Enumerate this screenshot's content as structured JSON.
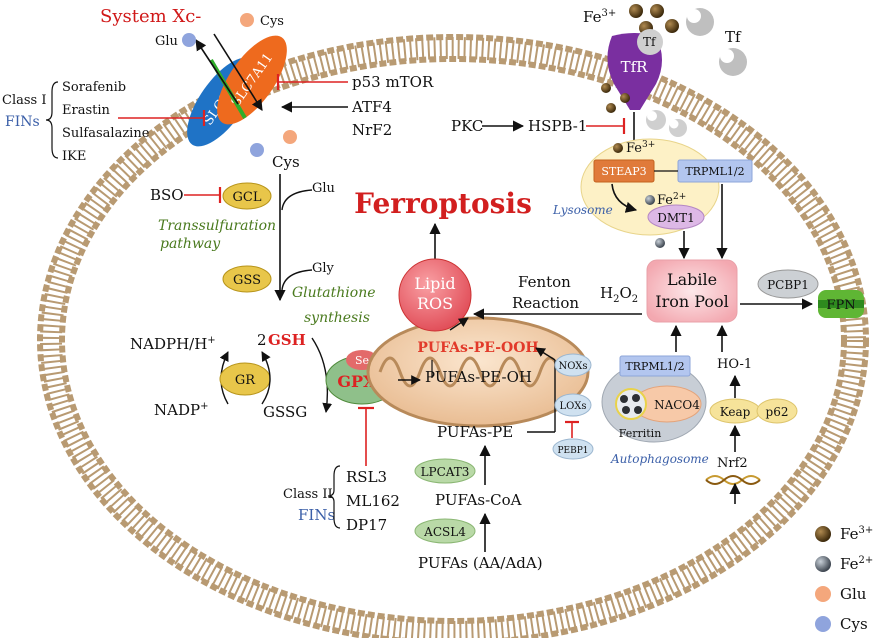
{
  "system_xc": {
    "title": "System Xc-",
    "slc7a11": "SLC7A11",
    "slc3a2": "SLC3A2",
    "cys": "Cys",
    "glu": "Glu",
    "cys_in": "Cys"
  },
  "class1": {
    "title": "Class I",
    "fins": "FINs",
    "items": [
      "Sorafenib",
      "Erastin",
      "Sulfasalazine",
      "IKE"
    ]
  },
  "regulators": {
    "p53_mtor": "p53  mTOR",
    "atf4": "ATF4",
    "nrf2": "NrF2"
  },
  "gsh_path": {
    "bso": "BSO",
    "gcl": "GCL",
    "glu": "Glu",
    "transsulfuration": [
      "Transsulfuration",
      "pathway"
    ],
    "gss": "GSS",
    "gly": "Gly",
    "glutathione": [
      "Glutathione",
      "synthesis"
    ],
    "gsh": "GSH",
    "two": "2"
  },
  "redox": {
    "nadph": "NADPH/H",
    "nadph_sup": "+",
    "nadp": "NADP",
    "nadp_sup": "+",
    "gr": "GR",
    "gssg": "GSSG",
    "se": "Se",
    "gpx4": "GPX4"
  },
  "class2": {
    "title": "Class II",
    "fins": "FINs",
    "items": [
      "RSL3",
      "ML162",
      "DP17"
    ]
  },
  "center": {
    "title": "Ferroptosis",
    "lipid_ros": [
      "Lipid",
      "ROS"
    ],
    "fenton": [
      "Fenton",
      "Reaction"
    ],
    "h2o2": "H",
    "h2o2_sub1": "2",
    "h2o2_o": "O",
    "h2o2_sub2": "2"
  },
  "lipids": {
    "pe_ooh": "PUFAs-PE-OOH",
    "pe_oh": "PUFAs-PE-OH",
    "pe": "PUFAs-PE",
    "lpcat3": "LPCAT3",
    "coa": "PUFAs-CoA",
    "acsl4": "ACSL4",
    "pufas": "PUFAs (AA/AdA)",
    "noxs": "NOXs",
    "loxs": "LOXs",
    "pebp1": "PEBP1"
  },
  "iron": {
    "fe3": "Fe",
    "fe3_sup": "3+",
    "tf": "Tf",
    "tf2": "Tf",
    "tfr": "TfR",
    "pkc": "PKC",
    "hspb1": "HSPB-1",
    "fe3b": "Fe",
    "fe3b_sup": "3+",
    "steap3": "STEAP3",
    "trpml": "TRPML1/2",
    "fe2": "Fe",
    "fe2_sup": "2+",
    "dmt1": "DMT1",
    "lysosome": "Lysosome",
    "lip": [
      "Labile",
      "Iron Pool"
    ],
    "pcbp1": "PCBP1",
    "fpn": "FPN"
  },
  "autophagy": {
    "trpml": "TRPML1/2",
    "naco4": "NACO4",
    "ferritin": "Ferritin",
    "autophagosome": "Autophagosome",
    "ho1": "HO-1",
    "keap": "Keap",
    "p62": "p62",
    "nrf2": "Nrf2"
  },
  "legend": [
    {
      "label": "Fe",
      "sup": "3+",
      "color": "#5a3d12"
    },
    {
      "label": "Fe",
      "sup": "2+",
      "color": "#6b7580"
    },
    {
      "label": "Glu",
      "sup": "",
      "color": "#f4a77c"
    },
    {
      "label": "Cys",
      "sup": "",
      "color": "#8fa4dd"
    }
  ]
}
